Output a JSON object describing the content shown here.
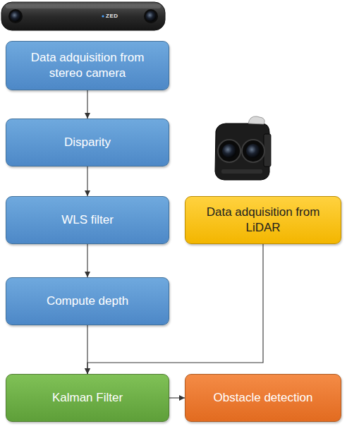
{
  "diagram": {
    "nodes": [
      {
        "text": [
          "Data adquisition from stereo camera"
        ]
      },
      {
        "text": [
          "Disparity"
        ]
      },
      {
        "text": [
          "WLS filter"
        ]
      },
      {
        "text": [
          "Compute depth"
        ]
      },
      {
        "text": [
          "Data adquisition from LiDAR"
        ]
      },
      {
        "text": [
          "Kalman Filter"
        ]
      },
      {
        "text": [
          "Obstacle detection"
        ]
      }
    ],
    "edges": [
      {
        "from": 0,
        "to": 1,
        "arrow": "to"
      },
      {
        "from": 1,
        "to": 2,
        "arrow": "to"
      },
      {
        "from": 2,
        "to": 3,
        "arrow": "to"
      },
      {
        "from": 3,
        "to": 5,
        "arrow": "to"
      },
      {
        "from": 4,
        "to": 5,
        "arrow": "to"
      },
      {
        "from": 5,
        "to": 6,
        "arrow": "to"
      }
    ],
    "labels": [
      "ZED"
    ]
  }
}
